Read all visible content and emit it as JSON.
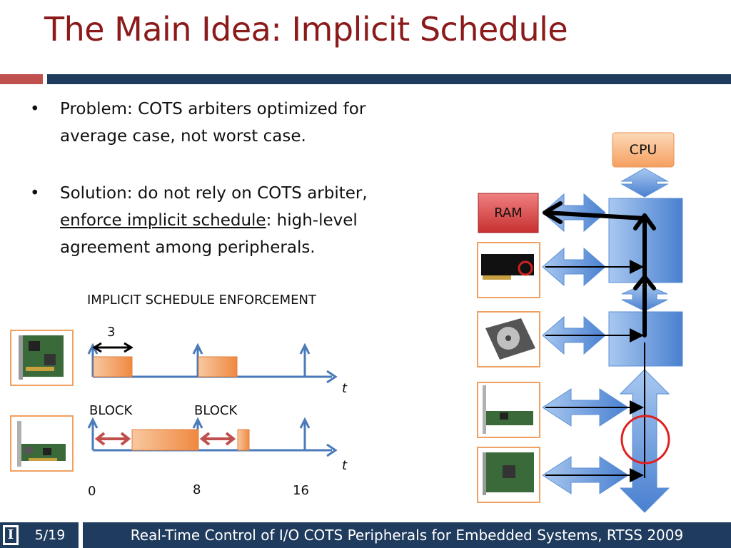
{
  "slide": {
    "title": "The Main Idea: Implicit Schedule",
    "bullets": [
      {
        "lead": "Problem: COTS arbiters optimized for average case, not worst case."
      },
      {
        "lead": "Solution: do not rely on COTS arbiter, ",
        "underlined": "enforce implicit schedule",
        "tail": ": high-level agreement among peripherals."
      }
    ]
  },
  "schedule": {
    "heading": "IMPLICIT SCHEDULE ENFORCEMENT",
    "interval_label": "3",
    "axis_label": "t",
    "block_label_1": "BLOCK",
    "block_label_2": "BLOCK",
    "ticks": [
      "0",
      "8",
      "16"
    ]
  },
  "architecture": {
    "cpu_label": "CPU",
    "ram_label": "RAM"
  },
  "footer": {
    "page": "5/19",
    "text": "Real-Time Control of I/O COTS Peripherals for Embedded Systems, RTSS 2009",
    "logo_letter": "I"
  },
  "colors": {
    "title": "#8b1a1a",
    "bar": "#1f3b5e",
    "accent_red": "#c0504d",
    "bus_blue": "#5b8fd6",
    "slot_orange": "#f4a460"
  }
}
